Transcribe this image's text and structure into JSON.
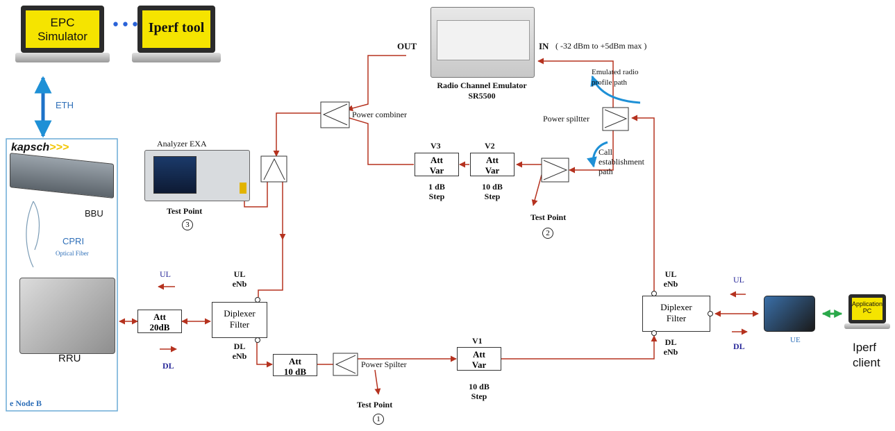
{
  "epc_laptop": {
    "line1": "EPC",
    "line2": "Simulator"
  },
  "dots": "•••",
  "iperf_laptop": {
    "label": "Iperf tool"
  },
  "eth_label": "ETH",
  "kapsch_logo": "kapsch",
  "kapsch_arrows": ">>>",
  "bbu_label": "BBU",
  "cpri_label": "CPRI",
  "optical_fiber_label": "Optical Fiber",
  "rru_label": "RRU",
  "enodeb_label": "e Node B",
  "ul_left": "UL",
  "dl_left": "DL",
  "att_20": {
    "line1": "Att",
    "line2": "20dB"
  },
  "diplexer_left": {
    "line1": "Diplexer",
    "line2": "Filter",
    "ul": "UL",
    "ul_enb": "eNb",
    "dl": "DL",
    "dl_enb": "eNb"
  },
  "att_10": {
    "line1": "Att",
    "line2": "10 dB"
  },
  "power_splitter_bottom": "Power Spilter",
  "test_point_1": {
    "label": "Test Point",
    "num": "1"
  },
  "v1": {
    "label": "V1",
    "box1": "Att",
    "box2": "Var",
    "step1": "10 dB",
    "step2": "Step"
  },
  "diplexer_right": {
    "line1": "Diplexer",
    "line2": "Filter",
    "ul": "UL",
    "ul_enb": "eNb",
    "dl": "DL",
    "dl_enb": "eNb"
  },
  "ul_right": "UL",
  "dl_right": "DL",
  "ue_label": "UE",
  "app_pc": {
    "line1": "Application",
    "line2": "PC"
  },
  "iperf_client": {
    "line1": "Iperf",
    "line2": "client"
  },
  "analyzer": {
    "label": "Analyzer  EXA"
  },
  "test_point_3": {
    "label": "Test Point",
    "num": "3"
  },
  "power_combiner": "Power combiner",
  "emulator": {
    "out": "OUT",
    "in": "IN",
    "in_range": "( -32 dBm to +5dBm max )",
    "name": "Radio Channel Emulator",
    "model": "SR5500"
  },
  "v3": {
    "label": "V3",
    "box1": "Att",
    "box2": "Var",
    "step1": "1 dB",
    "step2": "Step"
  },
  "v2": {
    "label": "V2",
    "box1": "Att",
    "box2": "Var",
    "step1": "10 dB",
    "step2": "Step"
  },
  "test_point_2": {
    "label": "Test Point",
    "num": "2"
  },
  "power_splitter_top": "Power spiltter",
  "emulated_path": {
    "line1": "Emulated radio",
    "line2": "profile path"
  },
  "call_path": {
    "line1": "Call",
    "line2": "establishment",
    "line3": "path"
  },
  "colors": {
    "signal_line": "#b5321f",
    "blue_arrow": "#1e90d6",
    "label_blue": "#2e6fb8",
    "green_arrow": "#2aa84a",
    "laptop_screen": "#f5e400"
  }
}
